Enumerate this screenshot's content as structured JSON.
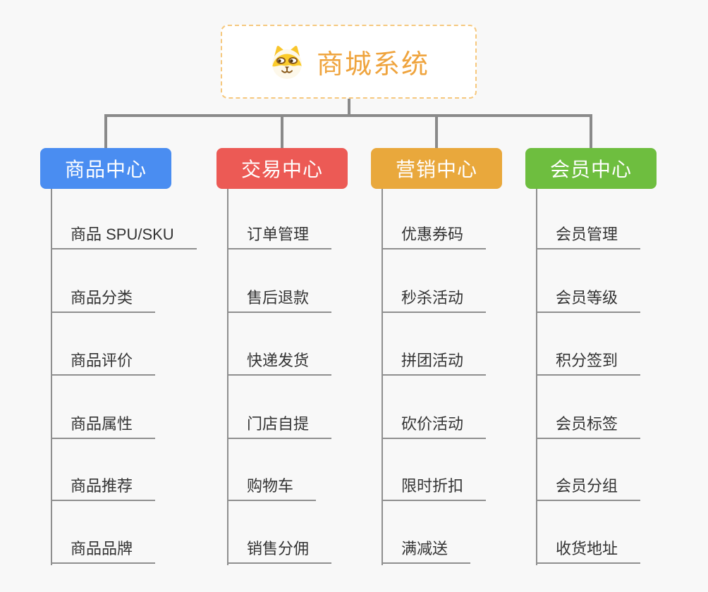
{
  "root": {
    "title": "商城系统",
    "icon": "dog-face-icon"
  },
  "branches": [
    {
      "label": "商品中心",
      "color": "#4a8df1",
      "children": [
        "商品 SPU/SKU",
        "商品分类",
        "商品评价",
        "商品属性",
        "商品推荐",
        "商品品牌"
      ]
    },
    {
      "label": "交易中心",
      "color": "#ec5a55",
      "children": [
        "订单管理",
        "售后退款",
        "快递发货",
        "门店自提",
        "购物车",
        "销售分佣"
      ]
    },
    {
      "label": "营销中心",
      "color": "#e9a83c",
      "children": [
        "优惠券码",
        "秒杀活动",
        "拼团活动",
        "砍价活动",
        "限时折扣",
        "满减送"
      ]
    },
    {
      "label": "会员中心",
      "color": "#6ebe3f",
      "children": [
        "会员管理",
        "会员等级",
        "积分签到",
        "会员标签",
        "会员分组",
        "收货地址"
      ]
    }
  ],
  "colors": {
    "background": "#f8f8f8",
    "connector": "#8a8a8a",
    "root_text": "#efa43e",
    "root_border": "#f6c87e",
    "child_text": "#333333",
    "branch_blue": "#4a8df1",
    "branch_red": "#ec5a55",
    "branch_orange": "#e9a83c",
    "branch_green": "#6ebe3f"
  }
}
